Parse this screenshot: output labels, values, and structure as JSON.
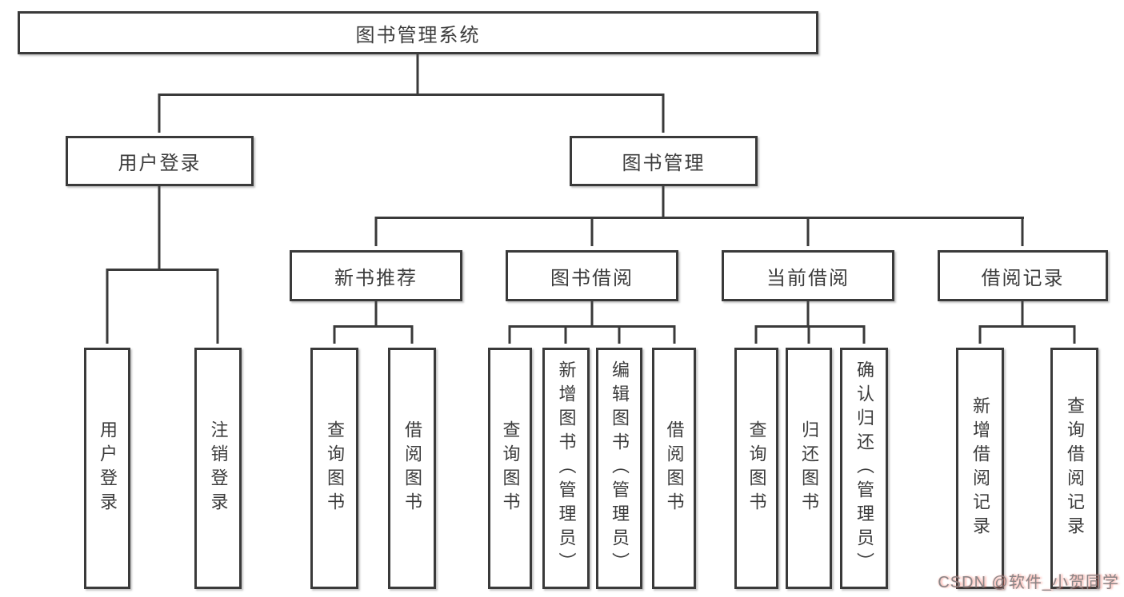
{
  "diagram": {
    "title": "图书管理系统",
    "colors": {
      "line": "#3a3a3a",
      "box_border": "#3a3a3a",
      "text": "#3c3c3c",
      "background": "#ffffff",
      "watermark_gray": "#828284",
      "watermark_red": "#fa5f50"
    },
    "nodes": {
      "root": {
        "label": "图书管理系统"
      },
      "user_login": {
        "label": "用户登录"
      },
      "book_mgmt": {
        "label": "图书管理"
      },
      "new_book_rec": {
        "label": "新书推荐"
      },
      "book_borrow": {
        "label": "图书借阅"
      },
      "current_borrow": {
        "label": "当前借阅"
      },
      "borrow_record": {
        "label": "借阅记录"
      },
      "leaf_user_login": {
        "label": "用户登录"
      },
      "leaf_logout": {
        "label": "注销登录"
      },
      "leaf_query_book_1": {
        "label": "查询图书"
      },
      "leaf_borrow_book_1": {
        "label": "借阅图书"
      },
      "leaf_query_book_2": {
        "label": "查询图书"
      },
      "leaf_add_book_admin": {
        "label": "新增图书（管理员）"
      },
      "leaf_edit_book_admin": {
        "label": "编辑图书（管理员）"
      },
      "leaf_borrow_book_2": {
        "label": "借阅图书"
      },
      "leaf_query_book_3": {
        "label": "查询图书"
      },
      "leaf_return_book": {
        "label": "归还图书"
      },
      "leaf_confirm_return_admin": {
        "label": "确认归还（管理员）"
      },
      "leaf_add_borrow_record": {
        "label": "新增借阅记录"
      },
      "leaf_query_borrow_record": {
        "label": "查询借阅记录"
      }
    },
    "edges": [
      "root→user_login",
      "root→book_mgmt",
      "user_login→leaf_user_login",
      "user_login→leaf_logout",
      "book_mgmt→new_book_rec",
      "book_mgmt→book_borrow",
      "book_mgmt→current_borrow",
      "book_mgmt→borrow_record",
      "new_book_rec→leaf_query_book_1",
      "new_book_rec→leaf_borrow_book_1",
      "book_borrow→leaf_query_book_2",
      "book_borrow→leaf_add_book_admin",
      "book_borrow→leaf_edit_book_admin",
      "book_borrow→leaf_borrow_book_2",
      "current_borrow→leaf_query_book_3",
      "current_borrow→leaf_return_book",
      "current_borrow→leaf_confirm_return_admin",
      "borrow_record→leaf_add_borrow_record",
      "borrow_record→leaf_query_borrow_record"
    ],
    "watermark": {
      "text": "CSDN @软件_小贺同学"
    }
  }
}
